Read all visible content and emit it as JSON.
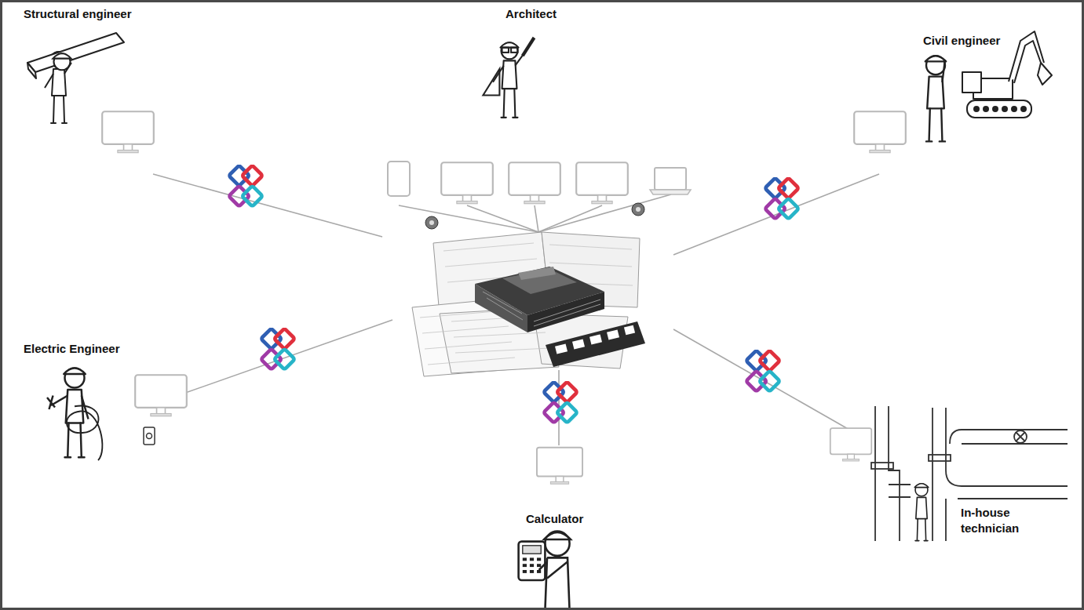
{
  "diagram": {
    "labels": [
      "Structural engineer",
      "Architect",
      "Civil engineer",
      "Electric Engineer",
      "Calculator",
      "In-house technician"
    ]
  }
}
